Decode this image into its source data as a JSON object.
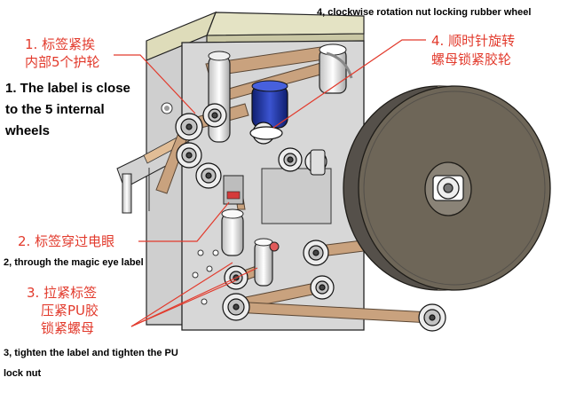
{
  "annotations": {
    "a1": {
      "cn_line1": "1. 标签紧挨",
      "cn_line2": "内部5个护轮",
      "en_line1": "1. The label is close",
      "en_line2": "to the 5 internal",
      "en_line3": "wheels"
    },
    "a2": {
      "cn": "2. 标签穿过电眼",
      "en": "2, through the magic eye label"
    },
    "a3": {
      "cn_line1": "3. 拉紧标签",
      "cn_line2": "压紧PU胶",
      "cn_line3": "锁紧螺母",
      "en_line1": "3, tighten the label and tighten the PU",
      "en_line2": "lock nut"
    },
    "a4": {
      "cn_line1": "4. 顺时针旋转",
      "cn_line2": "螺母锁紧胶轮",
      "en": "4, clockwise rotation nut locking rubber wheel"
    }
  },
  "colors": {
    "callout_text": "#e23a2c",
    "belt": "#c9a27e",
    "plate": "#d7d7d7",
    "reel": "#6e6658",
    "accent_blue": "#1c2f9c"
  }
}
